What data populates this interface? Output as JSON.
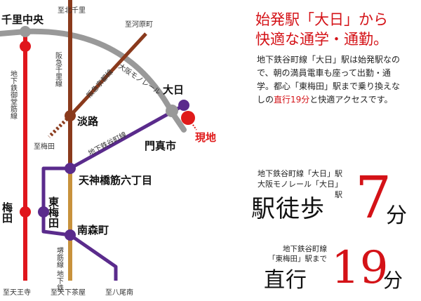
{
  "map": {
    "stations": {
      "senri_chuo": "千里中央",
      "umeda": "梅田",
      "awaji": "淡路",
      "tenjinbashi": "天神橋筋六丁目",
      "higashi_umeda": "東梅田",
      "minamimorimachi": "南森町",
      "dainichi": "大日",
      "kadoma": "門真市",
      "site": "現地"
    },
    "lines": {
      "midosuji": "地下鉄御堂筋線",
      "hankyu_senri": "阪急千里線",
      "hankyu_kyoto": "阪急京都線",
      "monorail": "大阪モノレール",
      "tanimachi": "地下鉄谷町線",
      "sakaisuji": "堺筋線 地下鉄"
    },
    "directions": {
      "to_kita_senri": "至北千里",
      "to_kawaramachi": "至河原町",
      "to_umeda": "至梅田",
      "to_tennoji": "至天王寺",
      "to_tengachaya": "至天下茶屋",
      "to_yao_minami": "至八尾南"
    },
    "colors": {
      "midosuji": "#e0161c",
      "hankyu": "#8a3a1c",
      "monorail": "#999999",
      "tanimachi": "#5a2b8c",
      "sakaisuji": "#c8923c"
    }
  },
  "info": {
    "headline_line1": "始発駅「大日」から",
    "headline_line2": "快適な通学・通勤。",
    "body_pre": "地下鉄谷町線「大日」駅は始発駅なので、朝の満員電車も座って出勤・通学。都心「東梅田」駅まで乗り換えなしの",
    "body_highlight": "直行19分",
    "body_post": "と快適アクセスです。",
    "walk_sub_line1": "地下鉄谷町線「大日」駅",
    "walk_sub_line2": "大阪モノレール「大日」駅",
    "walk_label": "駅徒歩",
    "walk_minutes": "7",
    "walk_unit": "分",
    "direct_sub_line1": "地下鉄谷町線",
    "direct_sub_line2": "「東梅田」駅まで",
    "direct_label": "直行",
    "direct_minutes": "19",
    "direct_unit": "分"
  }
}
